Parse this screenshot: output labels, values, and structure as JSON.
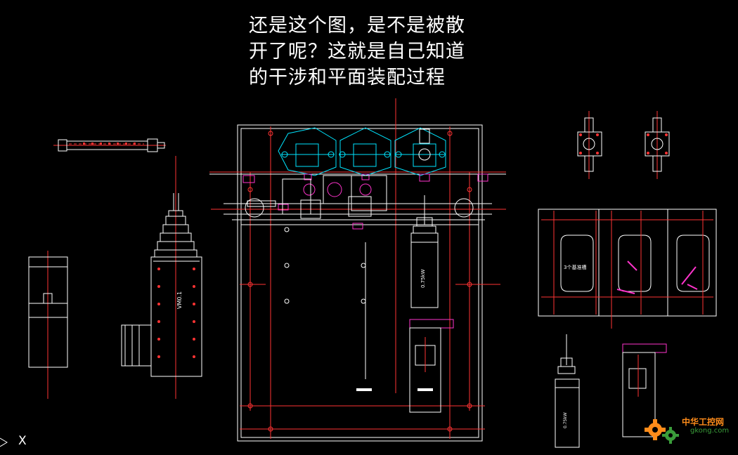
{
  "caption": {
    "line1": "还是这个图，是不是被散",
    "line2": "开了呢？这就是自己知道",
    "line3": "的干涉和平面装配过程"
  },
  "ucs": {
    "axis_label": "X"
  },
  "drawing_labels": {
    "motor_left": "VM0.1",
    "motor_center": "0.75kW",
    "motor_bottom_right": "0.75kW",
    "panel_right": "3个基准槽"
  },
  "watermark": {
    "text": "中华工控网",
    "url": "gkong.com"
  },
  "colors": {
    "background": "#000000",
    "lines": "#ffffff",
    "centerlines": "#ff2020",
    "cyan": "#00e5ff",
    "magenta": "#ff33cc"
  }
}
